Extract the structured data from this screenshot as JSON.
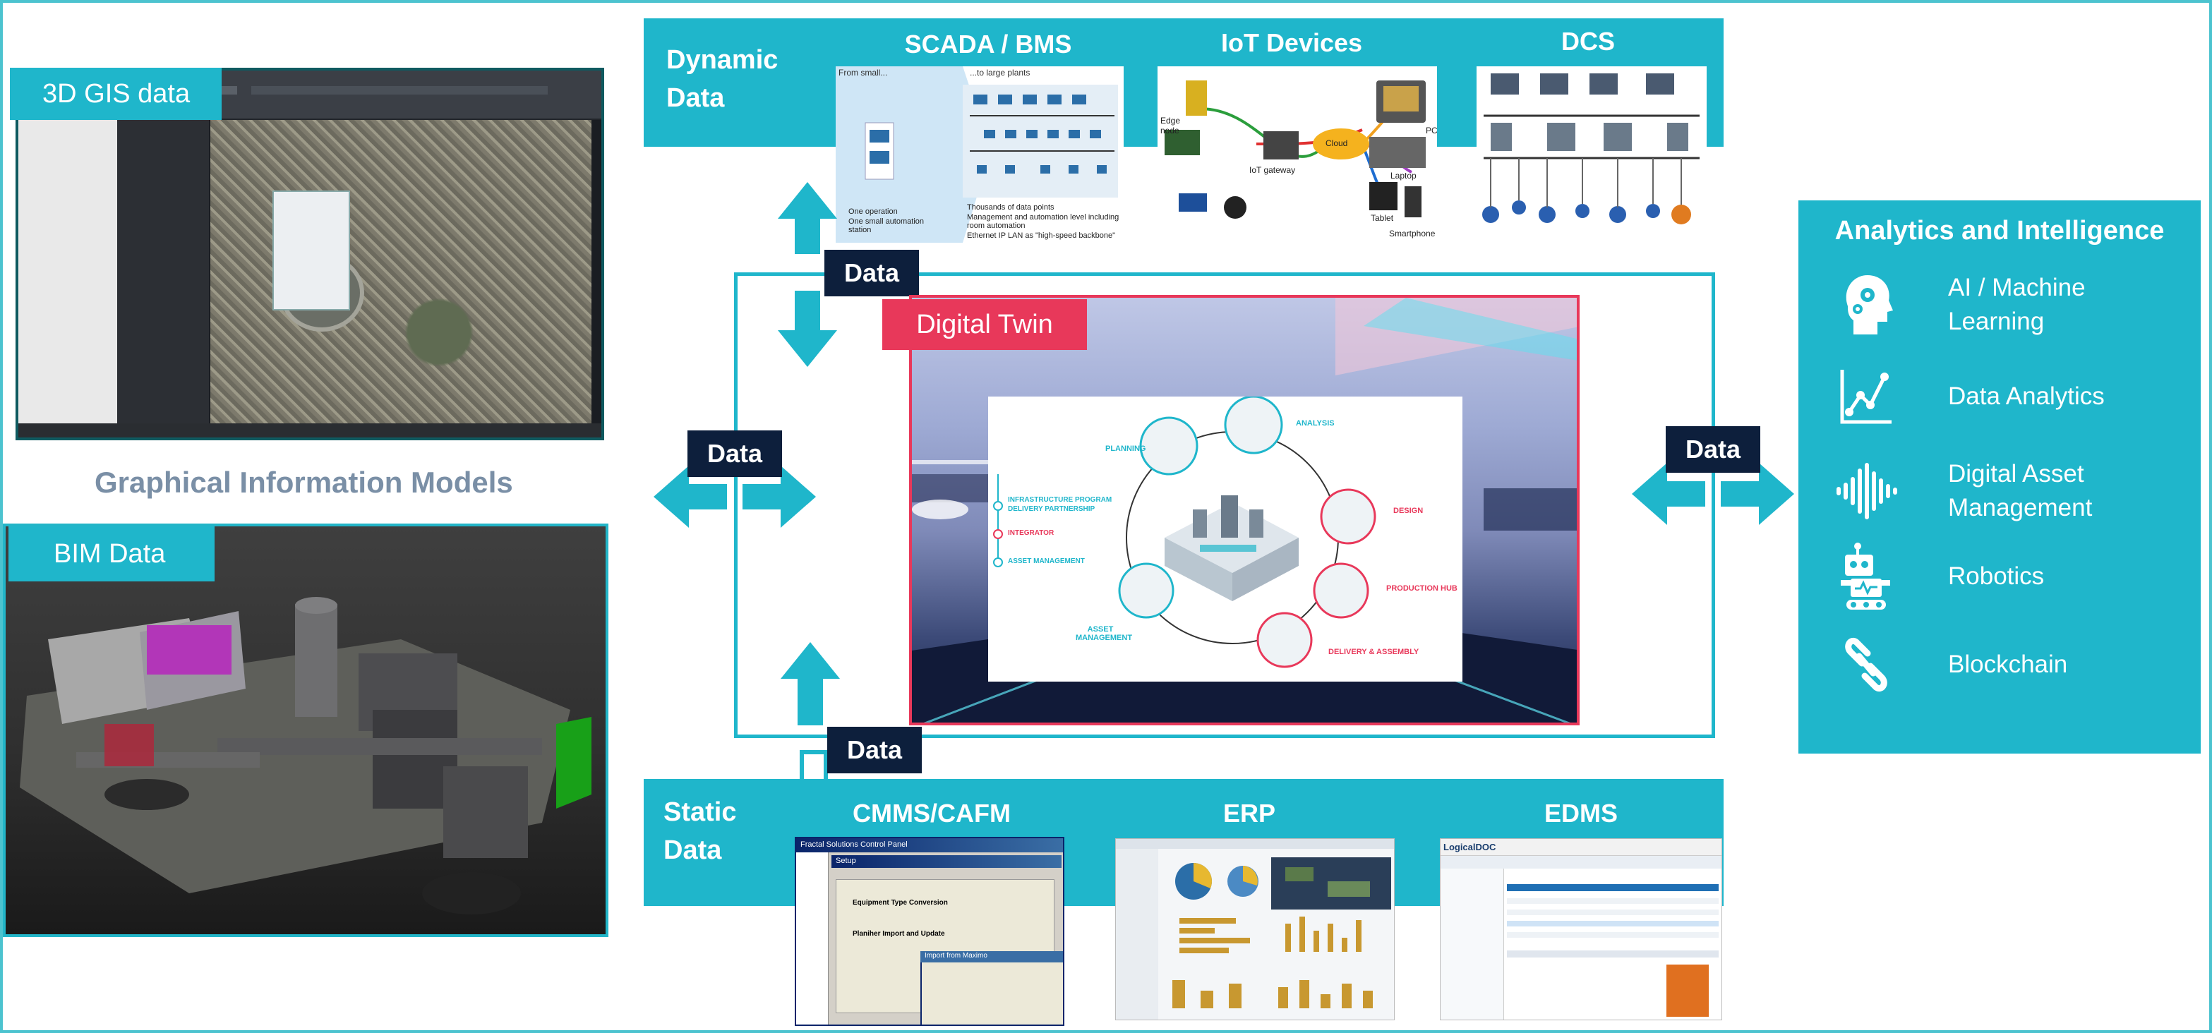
{
  "left": {
    "gis_label": "3D GIS data",
    "gim_label": "Graphical Information Models",
    "bim_label": "BIM Data"
  },
  "dynamic": {
    "title_line1": "Dynamic",
    "title_line2": "Data",
    "scada_title": "SCADA / BMS",
    "iot_title": "IoT Devices",
    "dcs_title": "DCS",
    "scada_small": "From small...",
    "scada_large": "...to large plants",
    "scada_note1": "One operation",
    "scada_note2": "One small automation station",
    "scada_note3": "Thousands of data points",
    "scada_note4": "Management and automation level including room automation",
    "scada_note5": "Ethernet IP LAN as \"high-speed backbone\"",
    "iot_edge": "Edge node",
    "iot_gateway": "IoT gateway",
    "iot_cloud": "Cloud",
    "iot_pc": "PC",
    "iot_laptop": "Laptop",
    "iot_tablet": "Tablet",
    "iot_phone": "Smartphone"
  },
  "center": {
    "data_top": "Data",
    "data_left": "Data",
    "data_right": "Data",
    "data_bottom": "Data",
    "twin_label": "Digital Twin",
    "ring_planning": "PLANNING",
    "ring_analysis": "ANALYSIS",
    "ring_design": "DESIGN",
    "ring_production": "PRODUCTION HUB",
    "ring_delivery": "DELIVERY & ASSEMBLY",
    "ring_asset": "ASSET MANAGEMENT",
    "left_item1": "INFRASTRUCTURE PROGRAM DELIVERY PARTNERSHIP",
    "left_item2": "INTEGRATOR",
    "left_item3": "ASSET MANAGEMENT"
  },
  "static": {
    "title_line1": "Static",
    "title_line2": "Data",
    "cmms_title": "CMMS/CAFM",
    "erp_title": "ERP",
    "edms_title": "EDMS",
    "cmms_window": "Fractal Solutions Control Panel",
    "cmms_setup": "Setup",
    "cmms_section1": "Equipment Type Conversion",
    "cmms_section2": "Planiher Import and Update",
    "cmms_dialog": "Import from Maximo",
    "edms_brand": "LogicalDOC"
  },
  "analytics": {
    "title": "Analytics and Intelligence",
    "items": [
      {
        "icon": "brain-gear-icon",
        "line1": "AI / Machine",
        "line2": "Learning"
      },
      {
        "icon": "chart-line-icon",
        "line1": "Data Analytics",
        "line2": ""
      },
      {
        "icon": "sound-wave-icon",
        "line1": "Digital Asset",
        "line2": "Management"
      },
      {
        "icon": "robot-icon",
        "line1": "Robotics",
        "line2": ""
      },
      {
        "icon": "chain-link-icon",
        "line1": "Blockchain",
        "line2": ""
      }
    ]
  },
  "colors": {
    "teal": "#1fb6cb",
    "navy": "#0d1f3c",
    "pink": "#e8385a",
    "border": "#4cc3cf"
  }
}
